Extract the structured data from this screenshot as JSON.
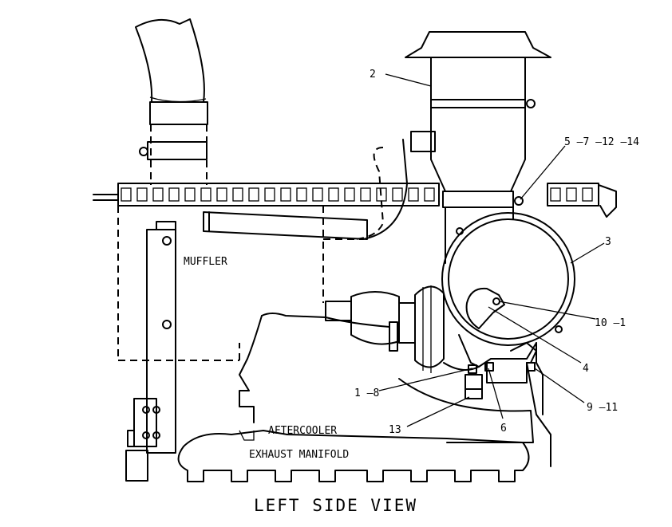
{
  "title": "LEFT SIDE VIEW",
  "labels": {
    "muffler": "MUFFLER",
    "aftercooler": "AFTERCOOLER",
    "exhaust_manifold": "EXHAUST MANIFOLD"
  },
  "callouts": {
    "c2": "2",
    "c3": "3",
    "c4": "4",
    "c6": "6",
    "c13": "13",
    "c5_7_12_14": "5 –7 –12 –14",
    "c10_1": "10 –1",
    "c9_11": "9 –11",
    "c1_8": "1 –8"
  }
}
